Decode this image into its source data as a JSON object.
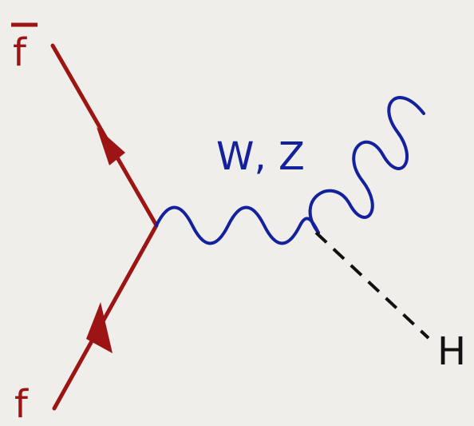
{
  "diagram": {
    "labels": {
      "antifermion": "f",
      "fermion": "f",
      "boson": "W, Z",
      "higgs": "H"
    },
    "colors": {
      "fermion": "#9c1414",
      "boson": "#14219c",
      "higgs": "#111111",
      "background": "#efeeeb"
    }
  }
}
